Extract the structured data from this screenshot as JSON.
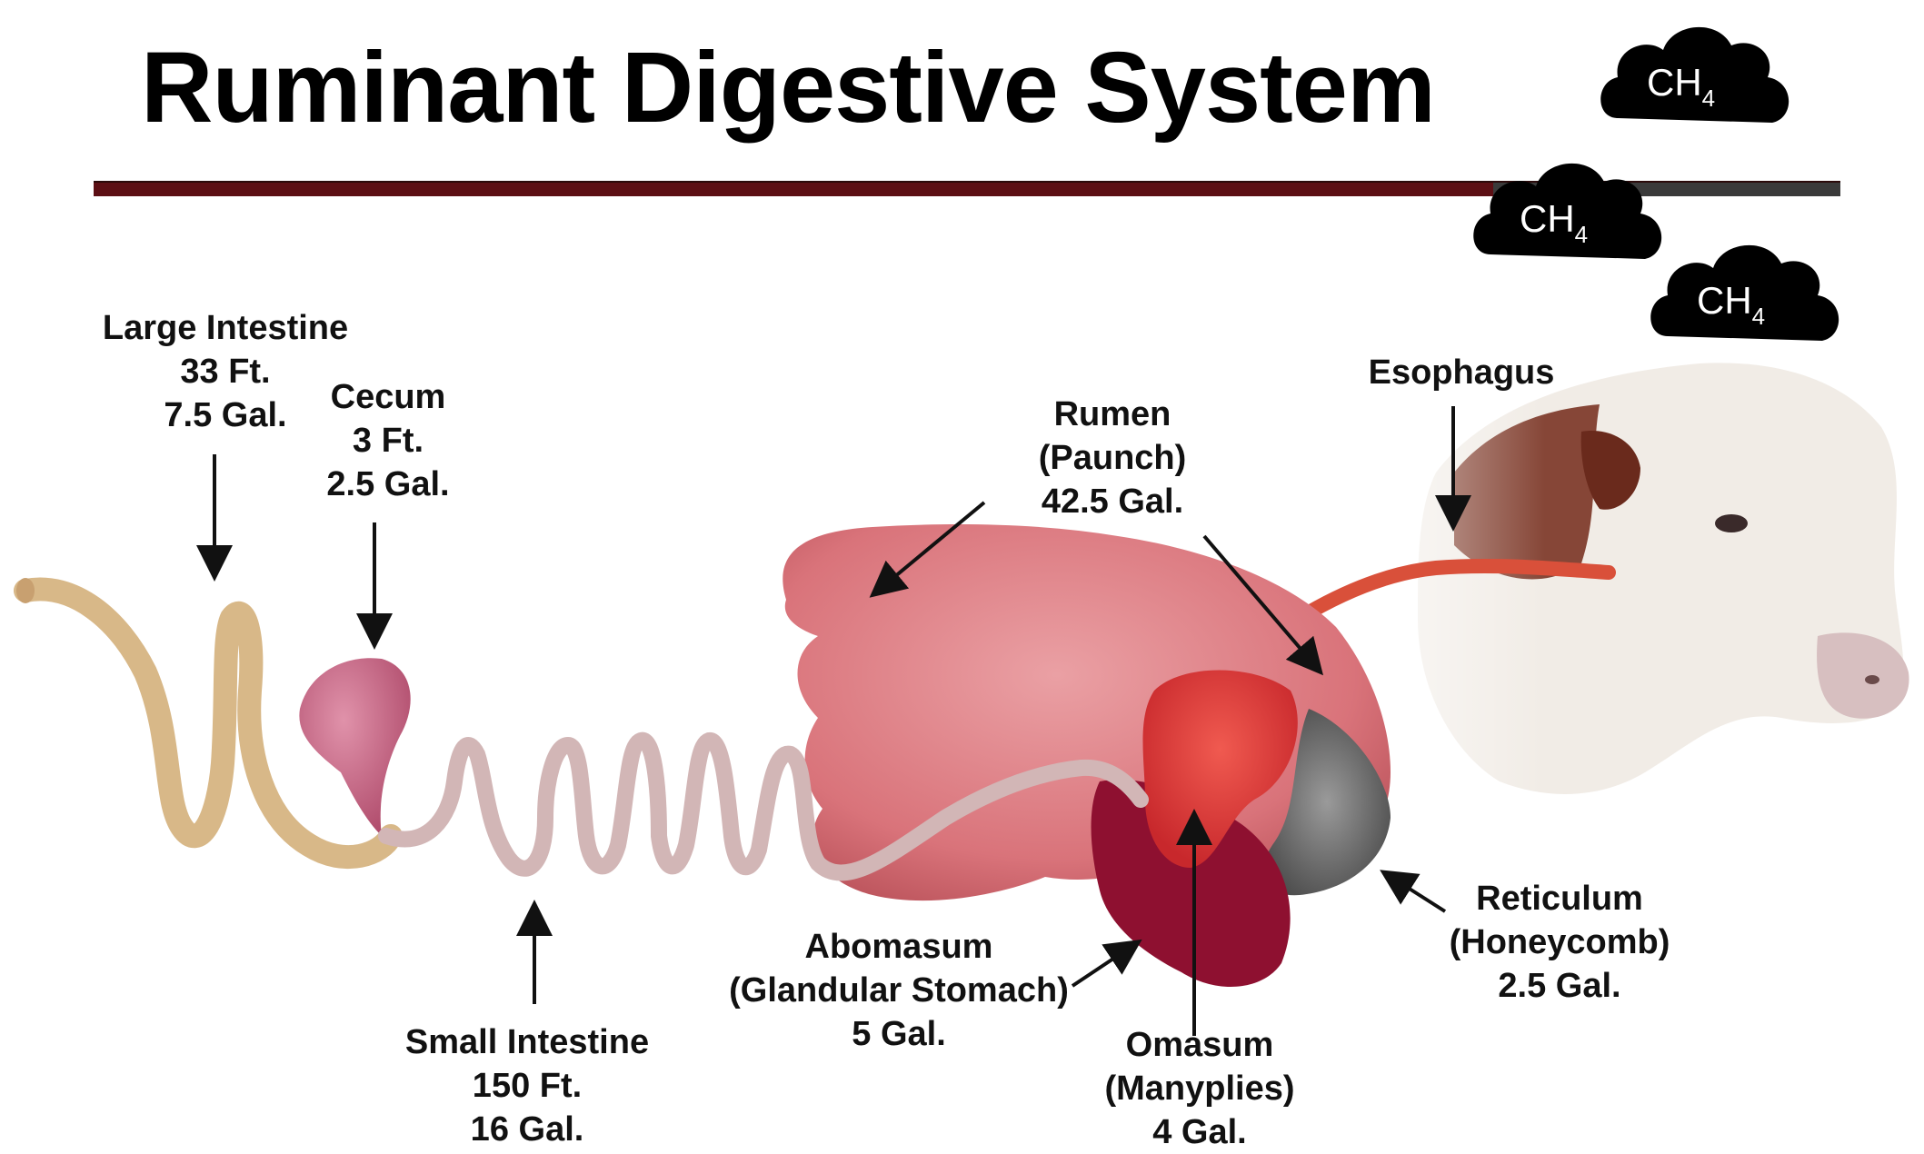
{
  "title": "Ruminant Digestive System",
  "methane": {
    "text": "CH",
    "subscript": "4"
  },
  "labels": {
    "large_intestine": [
      "Large Intestine",
      "33 Ft.",
      "7.5 Gal."
    ],
    "cecum": [
      "Cecum",
      "3 Ft.",
      "2.5 Gal."
    ],
    "rumen": [
      "Rumen",
      "(Paunch)",
      "42.5 Gal."
    ],
    "esophagus": [
      "Esophagus"
    ],
    "reticulum": [
      "Reticulum",
      "(Honeycomb)",
      "2.5 Gal."
    ],
    "abomasum": [
      "Abomasum",
      "(Glandular Stomach)",
      "5 Gal."
    ],
    "omasum": [
      "Omasum",
      "(Manyplies)",
      "4 Gal."
    ],
    "small_intestine": [
      "Small Intestine",
      "150 Ft.",
      "16 Gal."
    ]
  },
  "colors": {
    "rule_dark_red": "#5c0f14",
    "rule_gray": "#3a3a3a",
    "cloud": "#000000",
    "rumen": "#d9737a",
    "omasum": "#e23a3a",
    "abomasum": "#8e1030",
    "large_intestine": "#d8b888",
    "cecum": "#c8607e",
    "small_intestine": "#d2b6b6",
    "esophagus": "#d9503a"
  }
}
